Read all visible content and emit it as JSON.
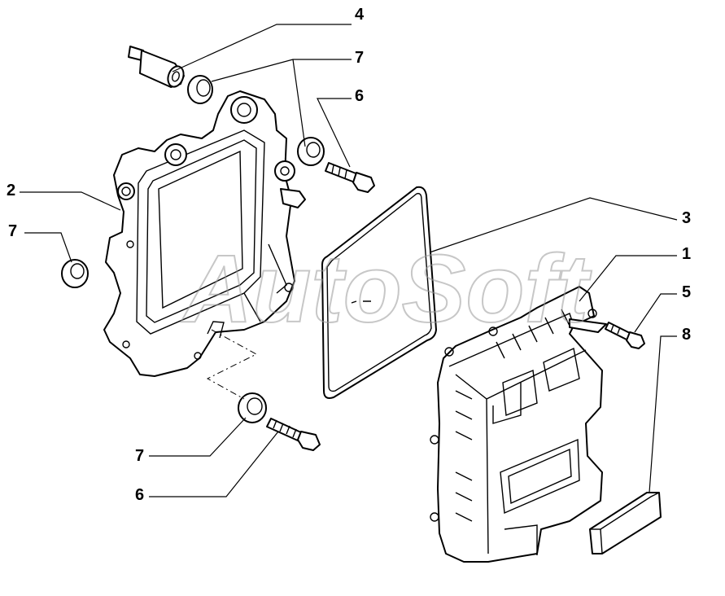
{
  "watermark": {
    "text": "AutoSoft"
  },
  "callouts": [
    {
      "id": "c4",
      "number": "4"
    },
    {
      "id": "c7a",
      "number": "7"
    },
    {
      "id": "c6a",
      "number": "6"
    },
    {
      "id": "c2",
      "number": "2"
    },
    {
      "id": "c7b",
      "number": "7"
    },
    {
      "id": "c3",
      "number": "3"
    },
    {
      "id": "c1",
      "number": "1"
    },
    {
      "id": "c5",
      "number": "5"
    },
    {
      "id": "c8",
      "number": "8"
    },
    {
      "id": "c7c",
      "number": "7"
    },
    {
      "id": "c6b",
      "number": "6"
    }
  ]
}
